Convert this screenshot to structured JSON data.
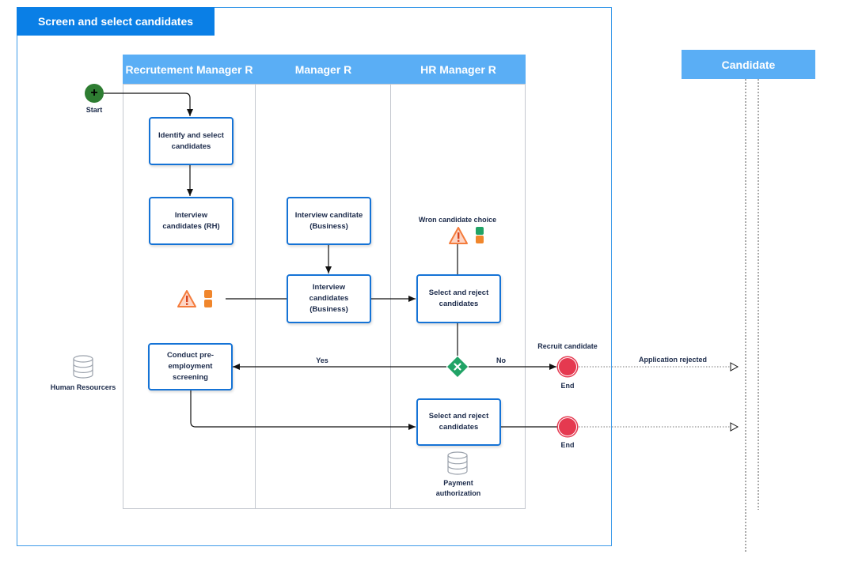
{
  "pool": {
    "title": "Screen and select candidates"
  },
  "lanes": [
    {
      "label": "Recrutement Manager R"
    },
    {
      "label": "Manager R"
    },
    {
      "label": "HR Manager R"
    }
  ],
  "external": {
    "candidate": "Candidate"
  },
  "events": {
    "start": "Start",
    "end1": "End",
    "end2": "End"
  },
  "tasks": {
    "identify": "Identify and select candidates",
    "interview_rh": "Interview candidates (RH)",
    "interview_business_1": "Interview canditate (Business)",
    "interview_business_2": "Interview candidates (Business)",
    "select_reject_1": "Select and reject candidates",
    "conduct": "Conduct pre-employment screening",
    "select_reject_2": "Select and reject candidates"
  },
  "annotations": {
    "wrong_choice": "Wron candidate choice",
    "recruit": "Recruit candidate",
    "app_rejected": "Application rejected",
    "yes": "Yes",
    "no": "No",
    "human_resources": "Human Resourcers",
    "payment": "Payment authorization"
  },
  "colors": {
    "pool_header": "#0a7fe6",
    "lane_header": "#5aaef5",
    "task_border": "#1573d6",
    "start": "#2e7d32",
    "end": "#e53950",
    "gateway": "#21a366",
    "warning": "#f47c3c"
  }
}
